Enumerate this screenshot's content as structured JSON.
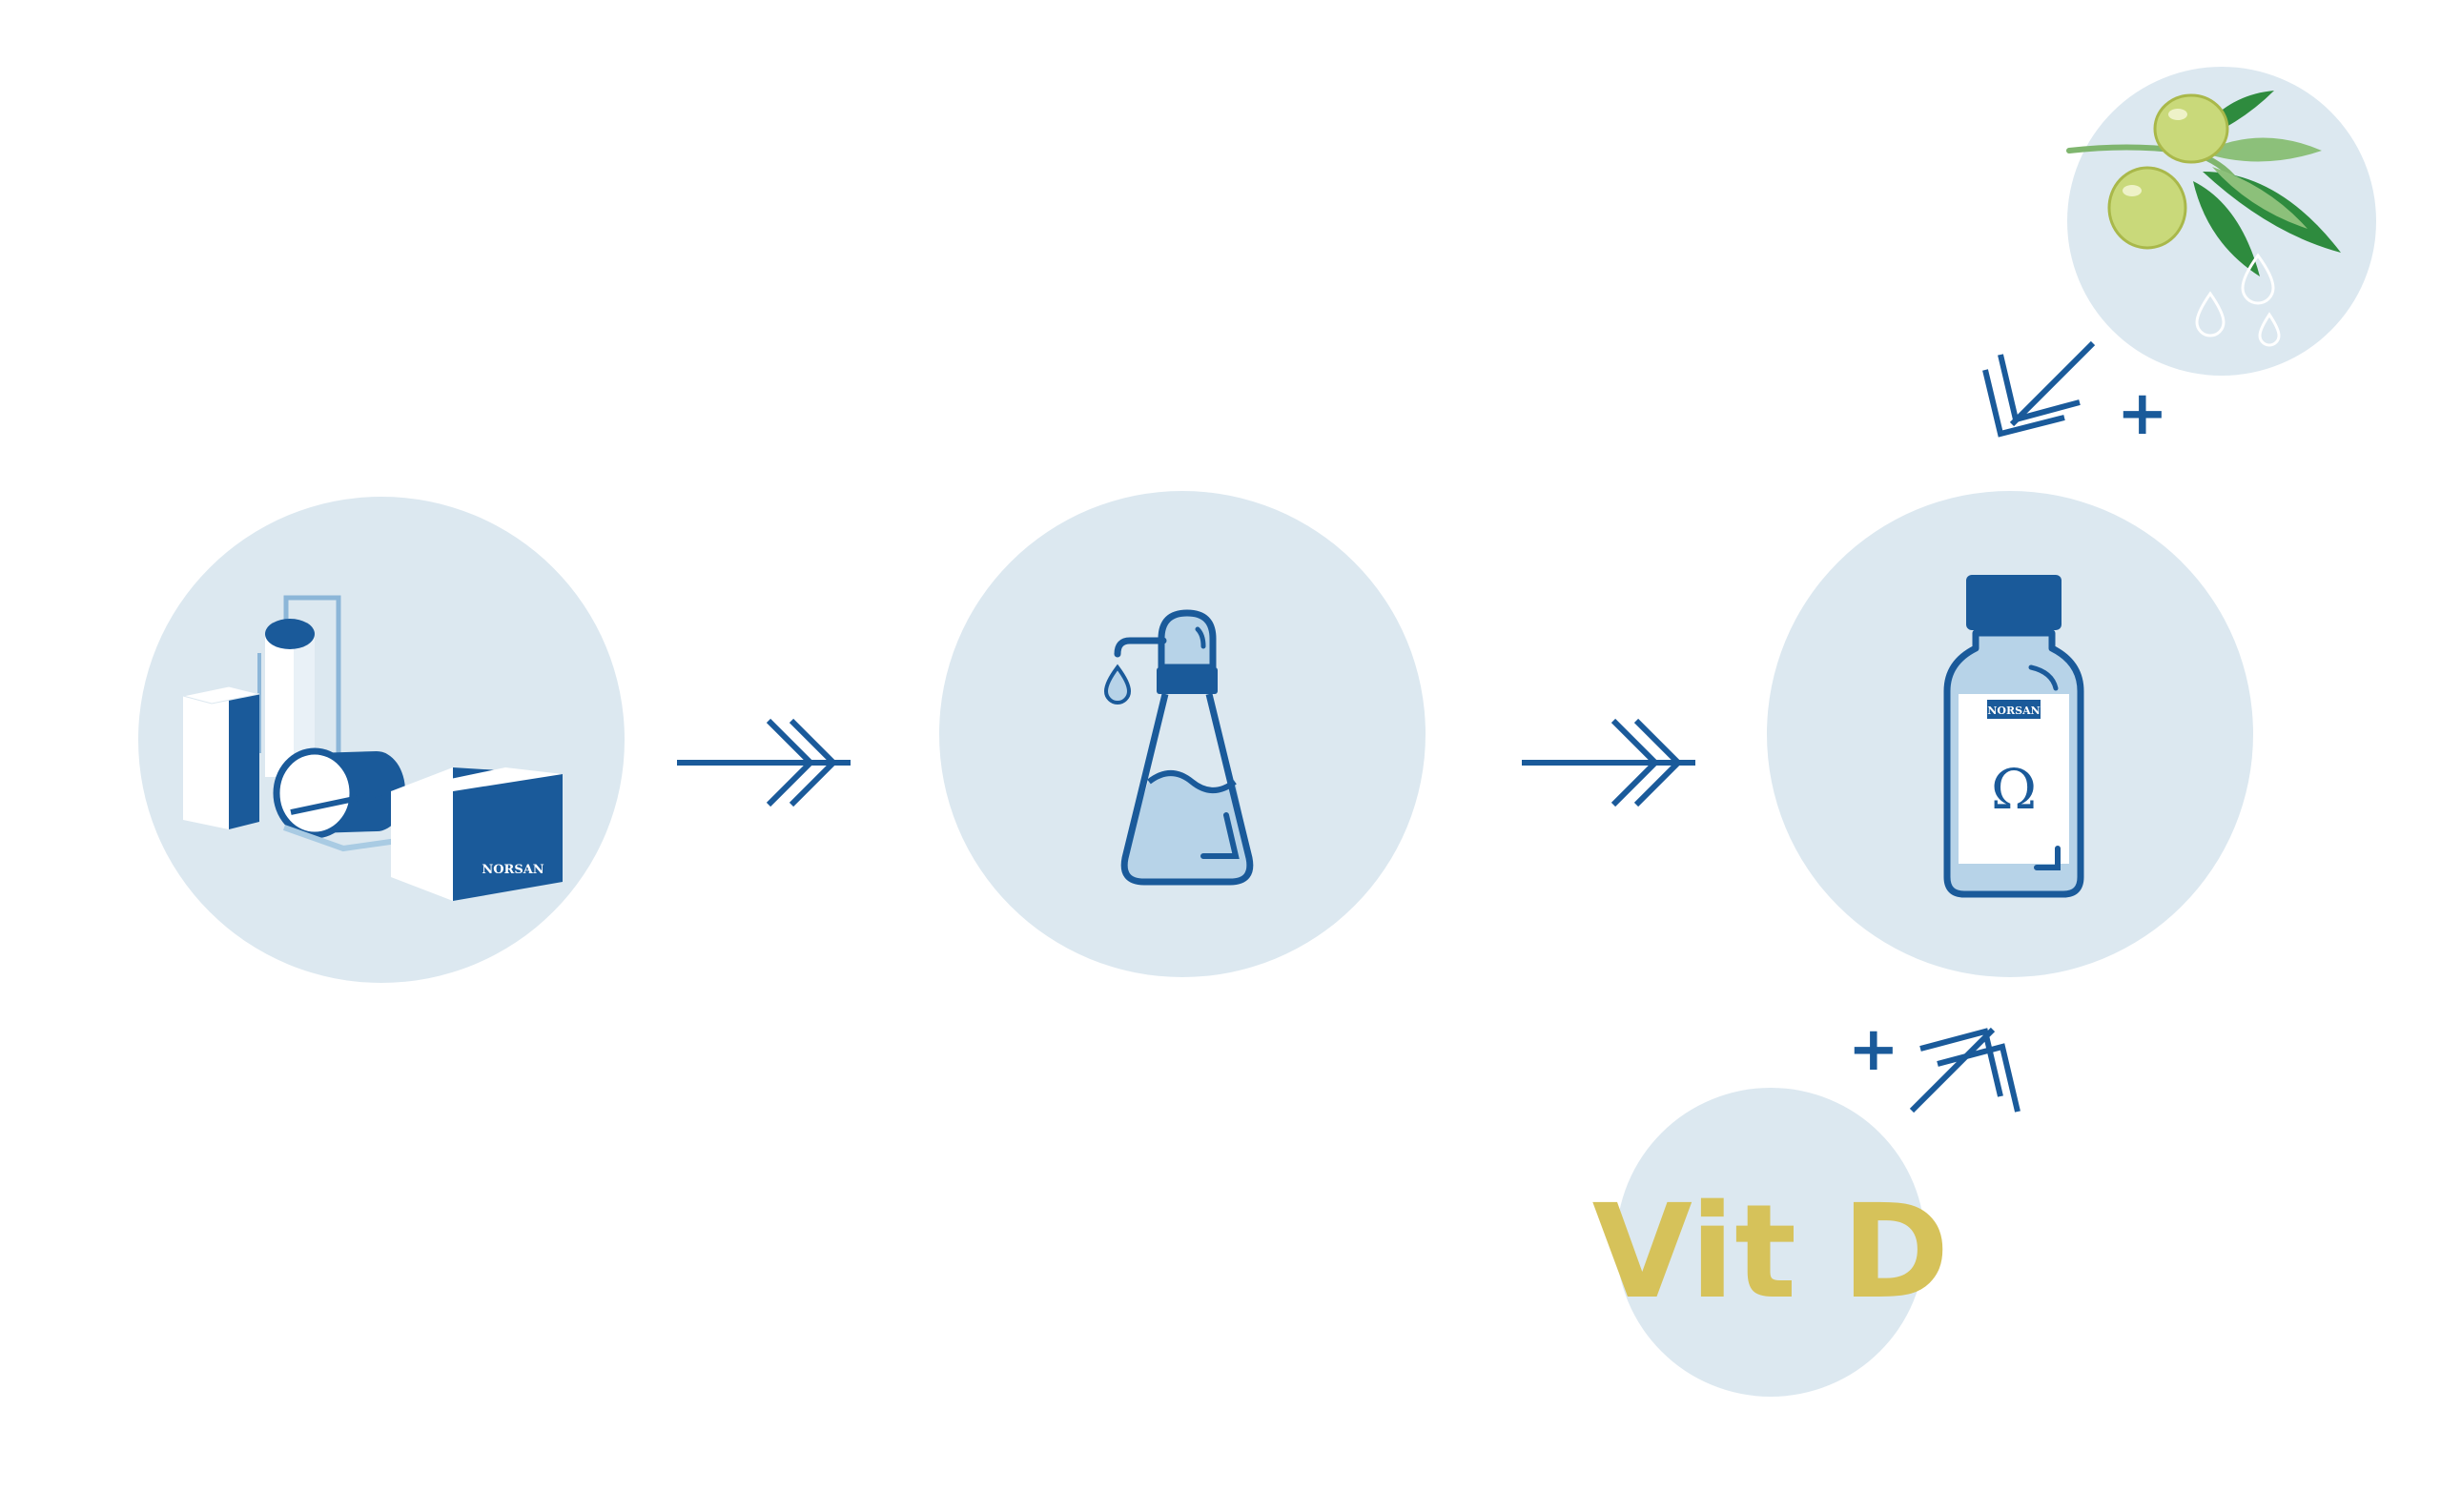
{
  "colors": {
    "circle_bg": "#dce8f0",
    "navy": "#1a5a9a",
    "light_blue": "#a9cbe3",
    "vit_d_gold": "#d6c25a",
    "olive_fruit": "#c9d97a",
    "leaf_dark": "#2e8b3e",
    "leaf_light": "#8cc07a",
    "white": "#ffffff"
  },
  "steps": [
    {
      "id": "factory",
      "icon": "factory-icon",
      "logo_text": "NORSAN"
    },
    {
      "id": "flask",
      "icon": "flask-icon"
    },
    {
      "id": "bottle",
      "icon": "bottle-icon",
      "logo_text": "NORSAN",
      "symbol": "Ω"
    }
  ],
  "additions": [
    {
      "id": "olive",
      "icon": "olive-branch-icon",
      "sign": "+"
    },
    {
      "id": "vit_d",
      "label": "Vit D",
      "sign": "+"
    }
  ]
}
